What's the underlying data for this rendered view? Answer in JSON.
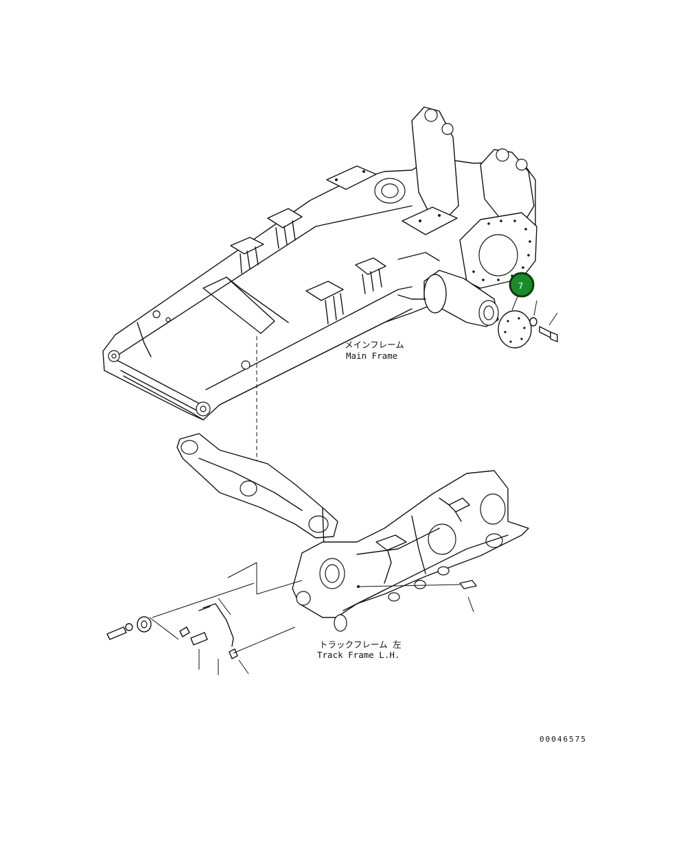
{
  "diagram": {
    "assemblies": [
      {
        "id": "main-frame",
        "label_jp": "メインフレーム",
        "label_en": "Main Frame"
      },
      {
        "id": "track-frame",
        "label_jp": "トラックフレーム 左",
        "label_en": "Track Frame L.H."
      }
    ],
    "callouts": [
      {
        "number": "7",
        "color": "#1b8a2a"
      }
    ],
    "drawing_number": "00046575"
  }
}
